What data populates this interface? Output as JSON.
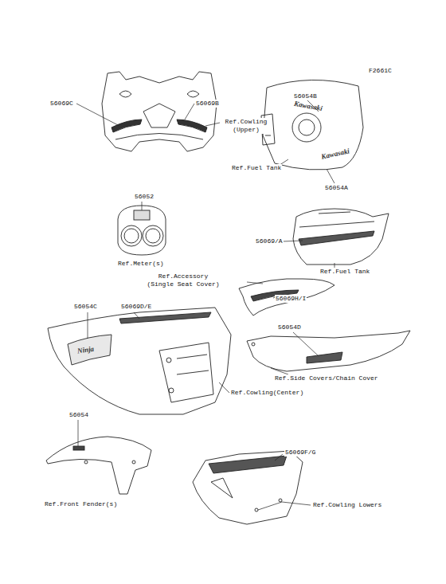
{
  "diagram": {
    "labels": [
      "F2661C",
      "56069C",
      "56069B",
      "Ref.Cowling (Upper)",
      "56054B",
      "Ref.Fuel Tank",
      "56054A",
      "Kawasaki",
      "Kawasaki",
      "56052",
      "Ref.Meter(s)",
      "56069/A",
      "Ref.Fuel Tank",
      "Ref.Accessory (Single Seat Cover)",
      "56069H/I",
      "56054C",
      "56069D/E",
      "Ninja",
      "Ref.Cowling(Center)",
      "56054D",
      "Ref.Side Covers/Chain Cover",
      "56054",
      "Ref.Front Fender(s)",
      "56069F/G",
      "Ref.Cowling Lowers"
    ]
  }
}
